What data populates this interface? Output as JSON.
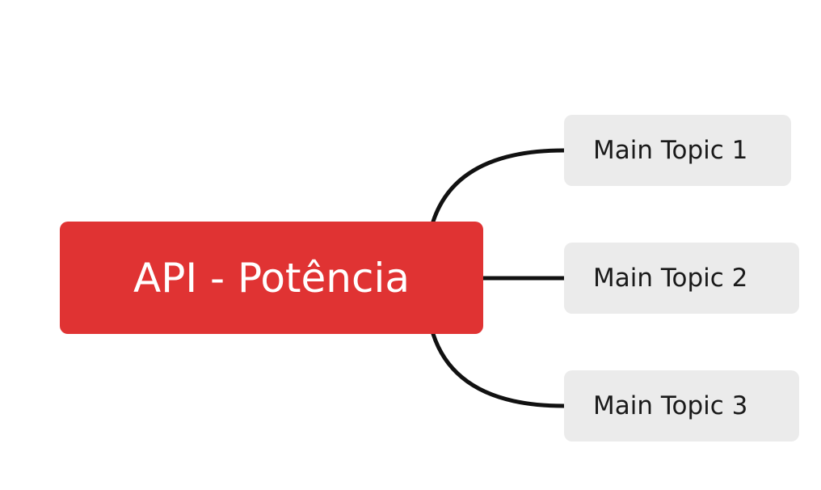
{
  "central_topic": {
    "label": "API - Potência",
    "color": "#e03333"
  },
  "main_topics": [
    {
      "label": "Main Topic 1"
    },
    {
      "label": "Main Topic 2"
    },
    {
      "label": "Main Topic 3"
    }
  ],
  "colors": {
    "connector": "#111111",
    "topic_fill": "#ebebeb",
    "topic_text": "#1a1a1a",
    "central_text": "#ffffff"
  }
}
